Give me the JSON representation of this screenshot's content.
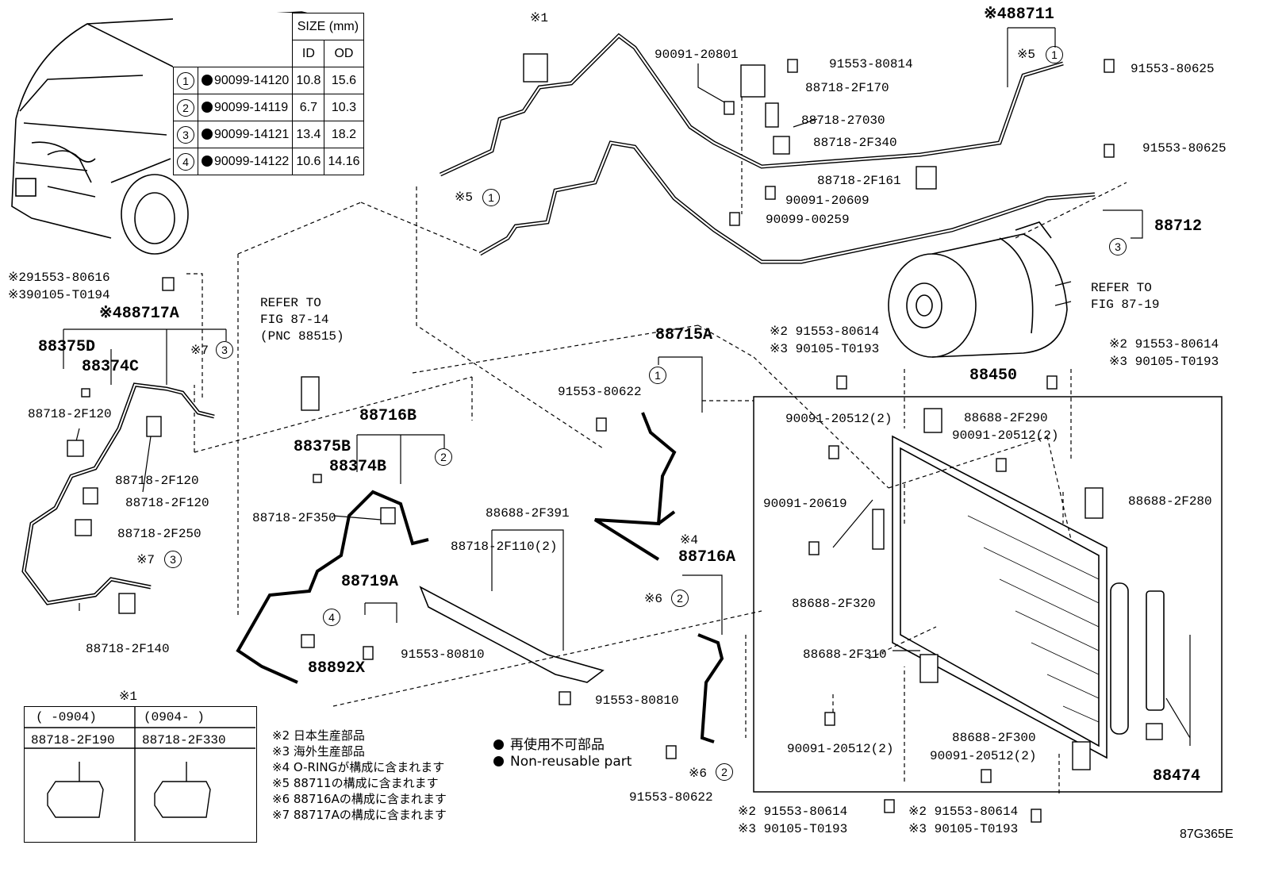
{
  "size_table": {
    "header_size": "SIZE (mm)",
    "header_id": "ID",
    "header_od": "OD",
    "rows": [
      {
        "no": "1",
        "part": "90099-14120",
        "id": "10.8",
        "od": "15.6"
      },
      {
        "no": "2",
        "part": "90099-14119",
        "id": "6.7",
        "od": "10.3"
      },
      {
        "no": "3",
        "part": "90099-14121",
        "id": "13.4",
        "od": "18.2"
      },
      {
        "no": "4",
        "part": "90099-14122",
        "id": "10.6",
        "od": "14.16"
      }
    ]
  },
  "labels": {
    "p88711": "※488711",
    "p90091_20801": "90091-20801",
    "p91553_80814": "91553-80814",
    "p88718_2F170": "88718-2F170",
    "p88718_27030": "88718-27030",
    "p88718_2F340": "88718-2F340",
    "p88718_2F161": "88718-2F161",
    "p90091_20609": "90091-20609",
    "p90099_00259": "90099-00259",
    "p91553_80625a": "91553-80625",
    "p91553_80625b": "91553-80625",
    "p88712": "88712",
    "refer_87_19a": "REFER TO",
    "refer_87_19b": "FIG 87-19",
    "note1_top": "※1",
    "x5_c1_top": "※5",
    "x5_c1_left": "※5",
    "p91553_80616": "※291553-80616",
    "p90105_T0194": "※390105-T0194",
    "p88717A": "※488717A",
    "p88375D": "88375D",
    "p88374C": "88374C",
    "x7a": "※7",
    "p88718_2F120a": "88718-2F120",
    "p88718_2F120b": "88718-2F120",
    "p88718_2F120c": "88718-2F120",
    "p88718_2F250": "88718-2F250",
    "x7b": "※7",
    "p88718_2F140": "88718-2F140",
    "refer_87_14a": "REFER TO",
    "refer_87_14b": "FIG 87-14",
    "refer_87_14c": "(PNC 88515)",
    "p88716B": "88716B",
    "p88375B": "88375B",
    "p88374B": "88374B",
    "p88718_2F350": "88718-2F350",
    "p88718_2F110": "88718-2F110(2)",
    "p88688_2F391": "88688-2F391",
    "p88719A": "88719A",
    "p91553_80810a": "91553-80810",
    "p88892X": "88892X",
    "p91553_80810b": "91553-80810",
    "p88715A": "88715A",
    "p91553_80622a": "91553-80622",
    "p88716A_x4": "※4",
    "p88716A": "88716A",
    "x6a": "※6",
    "x6b": "※6",
    "p91553_80622b": "91553-80622",
    "p91553_80614a": "※2 91553-80614",
    "p90105_T0193a": "※3 90105-T0193",
    "p91553_80614b": "※2 91553-80614",
    "p90105_T0193b": "※3 90105-T0193",
    "p88450": "88450",
    "p90091_20512a": "90091-20512(2)",
    "p88688_2F290": "88688-2F290",
    "p90091_20512b": "90091-20512(2)",
    "p90091_20619": "90091-20619",
    "p88688_2F280": "88688-2F280",
    "p88688_2F320": "88688-2F320",
    "p88688_2F310": "88688-2F310",
    "p90091_20512c": "90091-20512(2)",
    "p88688_2F300": "88688-2F300",
    "p90091_20512d": "90091-20512(2)",
    "p88474": "88474",
    "p91553_80614c": "※2 91553-80614",
    "p90105_T0193c": "※3 90105-T0193",
    "p91553_80614d": "※2 91553-80614",
    "p90105_T0193d": "※3 90105-T0193",
    "fig_code": "87G365E"
  },
  "inset": {
    "title": "※1",
    "col1_range": "(     -0904)",
    "col2_range": "(0904-     )",
    "col1_part": "88718-2F190",
    "col2_part": "88718-2F330"
  },
  "notes": [
    "※2 日本生産部品",
    "※3 海外生産部品",
    "※4 O-RINGが構成に含まれます",
    "※5 88711の構成に含まれます",
    "※6 88716Aの構成に含まれます",
    "※7 88717Aの構成に含まれます"
  ],
  "legend": {
    "jp": "再使用不可部品",
    "en": "Non-reusable part"
  }
}
